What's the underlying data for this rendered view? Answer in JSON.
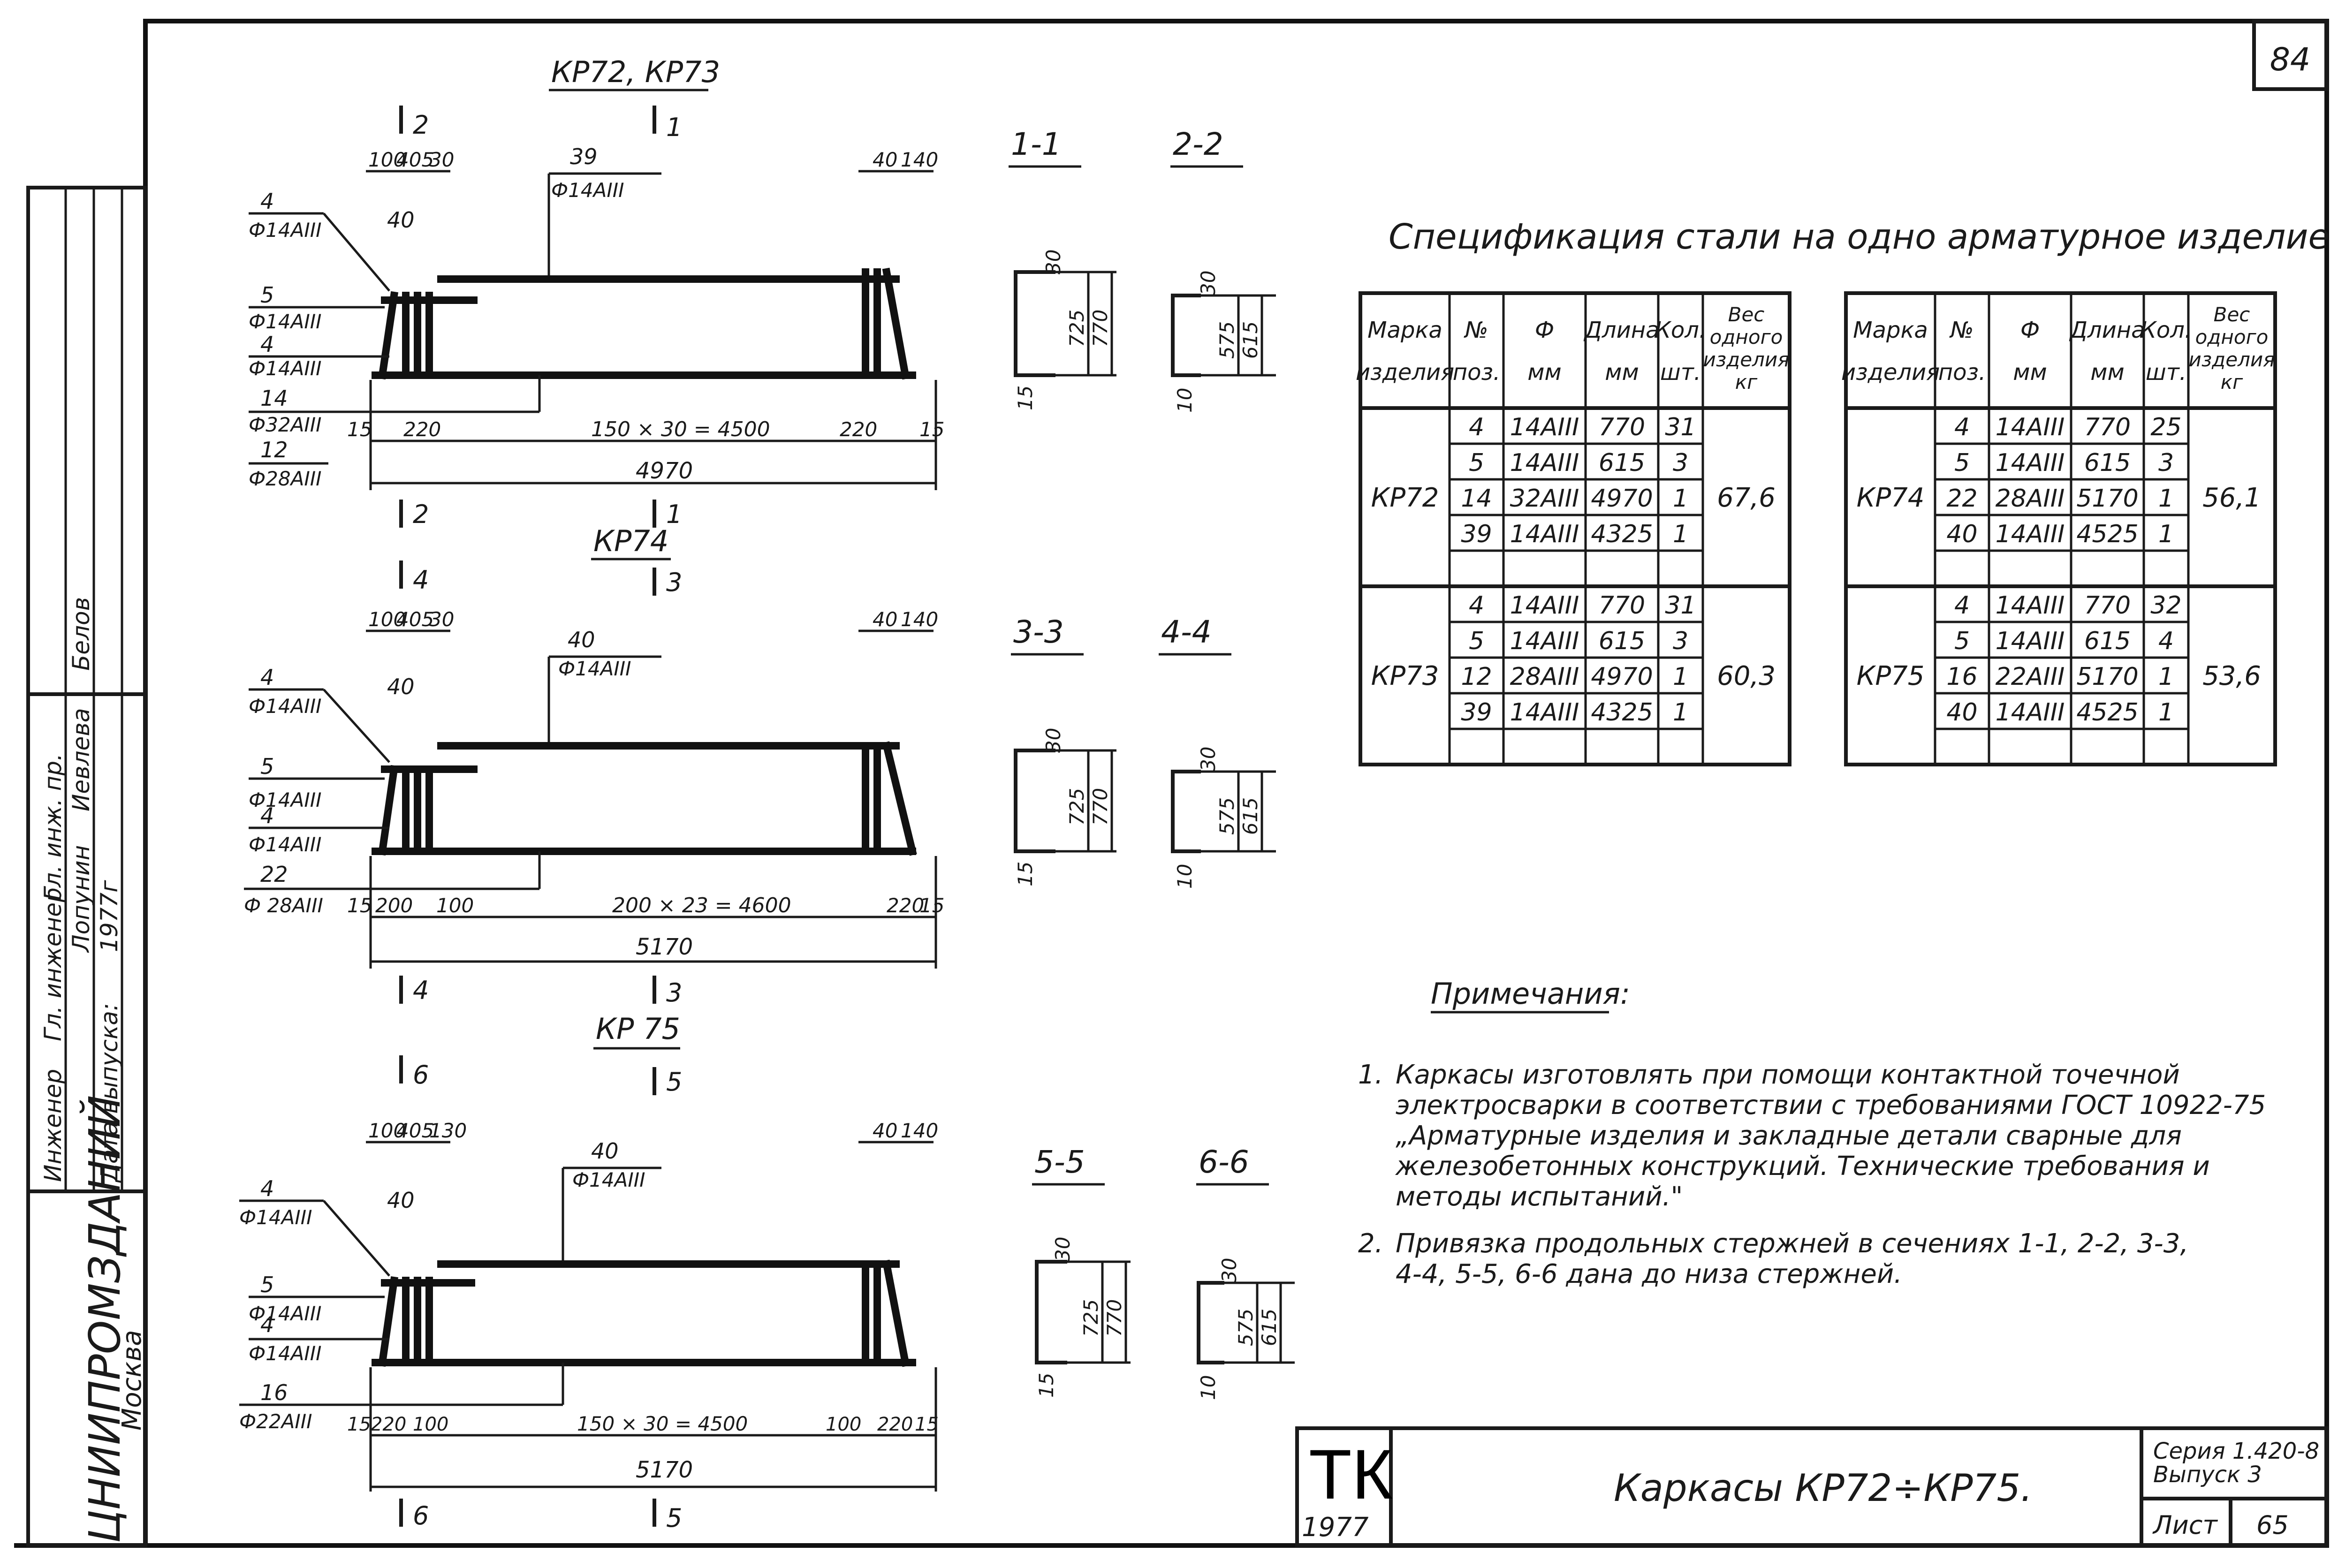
{
  "sheet": {
    "page_number": "84",
    "series_label": "Серия 1.420-8",
    "issue_label": "Выпуск 3",
    "sheet_word": "Лист",
    "sheet_number": "65",
    "stamp_main": "ТК",
    "stamp_year": "1977",
    "drawing_title": "Каркасы КР72÷КР75."
  },
  "side_stamp": {
    "org": "ЦНИИПРОМЗДАНИЙ",
    "city": "Москва",
    "roles": [
      "Инженер",
      "Гл. инженер",
      "Гл. инж. пр.",
      "Дата выпуска:"
    ],
    "names": [
      "Лопунин",
      "Иевлева",
      "Белов",
      "1977г"
    ]
  },
  "frames": [
    {
      "title": "КР72, КР73",
      "cuts": [
        [
          "2",
          "1"
        ],
        [
          "2",
          "1"
        ]
      ],
      "top_dims": [
        "100",
        "405",
        "30",
        "40",
        "140"
      ],
      "bar_top": {
        "num": "39",
        "spec": "Ф14AIII"
      },
      "side_labels": [
        {
          "num": "4",
          "spec": "Ф14AIII"
        },
        {
          "num": "5",
          "spec": "Ф14AIII"
        },
        {
          "num": "4",
          "spec": "Ф14AIII"
        },
        {
          "num": "14",
          "spec": "Ф32AIII"
        },
        {
          "num": "12",
          "spec": "Ф28AIII"
        }
      ],
      "pitch_dim": "40",
      "bottom_dims": [
        "15",
        "220",
        "150 × 30 = 4500",
        "220",
        "15"
      ],
      "total": "4970"
    },
    {
      "title": "КР74",
      "cuts": [
        [
          "4",
          "3"
        ],
        [
          "4",
          "3"
        ]
      ],
      "top_dims": [
        "100",
        "405",
        "30",
        "40",
        "140"
      ],
      "bar_top": {
        "num": "40",
        "spec": "Ф14AIII"
      },
      "side_labels": [
        {
          "num": "4",
          "spec": "Ф14AIII"
        },
        {
          "num": "5",
          "spec": "Ф14AIII"
        },
        {
          "num": "4",
          "spec": "Ф14AIII"
        },
        {
          "num": "22",
          "spec": "Ф 28AIII"
        }
      ],
      "pitch_dim": "40",
      "bottom_dims": [
        "15",
        "200",
        "100",
        "200 × 23 = 4600",
        "220",
        "15"
      ],
      "total": "5170"
    },
    {
      "title": "КР 75",
      "cuts": [
        [
          "6",
          "5"
        ],
        [
          "6",
          "5"
        ]
      ],
      "top_dims": [
        "100",
        "405",
        "130",
        "40",
        "140"
      ],
      "bar_top": {
        "num": "40",
        "spec": "Ф14AIII"
      },
      "side_labels": [
        {
          "num": "4",
          "spec": "Ф14AIII"
        },
        {
          "num": "5",
          "spec": "Ф14AIII"
        },
        {
          "num": "4",
          "spec": "Ф14AIII"
        },
        {
          "num": "16",
          "spec": "Ф22AIII"
        }
      ],
      "pitch_dim": "40",
      "bottom_dims": [
        "15",
        "220",
        "100",
        "150 × 30 = 4500",
        "100",
        "220",
        "15"
      ],
      "total": "5170"
    }
  ],
  "sections": [
    {
      "a": "1-1",
      "b": "2-2",
      "a_dims": [
        "30",
        "725",
        "770",
        "15"
      ],
      "b_dims": [
        "30",
        "575",
        "615",
        "10"
      ]
    },
    {
      "a": "3-3",
      "b": "4-4",
      "a_dims": [
        "30",
        "725",
        "770",
        "15"
      ],
      "b_dims": [
        "30",
        "575",
        "615",
        "10"
      ]
    },
    {
      "a": "5-5",
      "b": "6-6",
      "a_dims": [
        "30",
        "725",
        "770",
        "15"
      ],
      "b_dims": [
        "30",
        "575",
        "615",
        "10"
      ]
    }
  ],
  "spec": {
    "title": "Спецификация стали на одно арматурное изделие",
    "headers": [
      "Марка изделия",
      "№ поз.",
      "Ф мм",
      "Длина мм",
      "Кол. шт.",
      "Вес одного изделия кг"
    ],
    "left": [
      {
        "mark": "КР72",
        "weight": "67,6",
        "rows": [
          [
            "4",
            "14AIII",
            "770",
            "31"
          ],
          [
            "5",
            "14AIII",
            "615",
            "3"
          ],
          [
            "14",
            "32AIII",
            "4970",
            "1"
          ],
          [
            "39",
            "14AIII",
            "4325",
            "1"
          ]
        ]
      },
      {
        "mark": "КР73",
        "weight": "60,3",
        "rows": [
          [
            "4",
            "14AIII",
            "770",
            "31"
          ],
          [
            "5",
            "14AIII",
            "615",
            "3"
          ],
          [
            "12",
            "28AIII",
            "4970",
            "1"
          ],
          [
            "39",
            "14AIII",
            "4325",
            "1"
          ]
        ]
      }
    ],
    "right": [
      {
        "mark": "КР74",
        "weight": "56,1",
        "rows": [
          [
            "4",
            "14AIII",
            "770",
            "25"
          ],
          [
            "5",
            "14AIII",
            "615",
            "3"
          ],
          [
            "22",
            "28AIII",
            "5170",
            "1"
          ],
          [
            "40",
            "14AIII",
            "4525",
            "1"
          ]
        ]
      },
      {
        "mark": "КР75",
        "weight": "53,6",
        "rows": [
          [
            "4",
            "14AIII",
            "770",
            "32"
          ],
          [
            "5",
            "14AIII",
            "615",
            "4"
          ],
          [
            "16",
            "22AIII",
            "5170",
            "1"
          ],
          [
            "40",
            "14AIII",
            "4525",
            "1"
          ]
        ]
      }
    ]
  },
  "notes": {
    "title": "Примечания:",
    "items": [
      {
        "num": "1.",
        "lines": [
          "Каркасы изготовлять при помощи контактной точечной",
          "электросварки в соответствии с требованиями ГОСТ 10922-75",
          "„Арматурные изделия и закладные детали сварные для",
          "железобетонных конструкций. Технические требования и",
          "методы испытаний.\""
        ]
      },
      {
        "num": "2.",
        "lines": [
          "Привязка продольных стержней в сечениях 1-1, 2-2, 3-3,",
          "4-4, 5-5, 6-6 дана до низа стержней."
        ]
      }
    ]
  }
}
